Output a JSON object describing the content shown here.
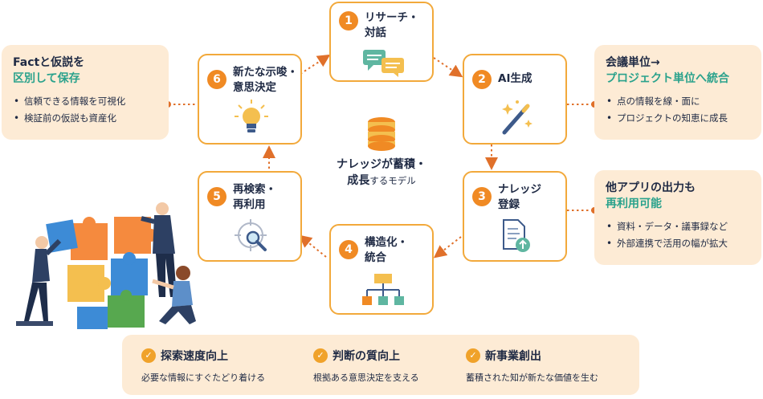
{
  "center": {
    "line1": "ナレッジが蓄積・",
    "line2_bold": "成長",
    "line2_rest": "するモデル"
  },
  "steps": [
    {
      "num": "1",
      "line1": "リサーチ・",
      "line2": "対話"
    },
    {
      "num": "2",
      "line1": "AI生成",
      "line2": ""
    },
    {
      "num": "3",
      "line1": "ナレッジ",
      "line2": "登録"
    },
    {
      "num": "4",
      "line1": "構造化・",
      "line2": "統合"
    },
    {
      "num": "5",
      "line1": "再検索・",
      "line2": "再利用"
    },
    {
      "num": "6",
      "line1": "新たな示唆・",
      "line2": "意思決定"
    }
  ],
  "notes": {
    "left": {
      "title1": "Factと仮説を",
      "title2_highlight": "区別して保存",
      "items": [
        "信頼できる情報を可視化",
        "検証前の仮説も資産化"
      ]
    },
    "right_top": {
      "title1": "会議単位→",
      "title2_highlight": "プロジェクト単位へ統合",
      "items": [
        "点の情報を線・面に",
        "プロジェクトの知恵に成長"
      ]
    },
    "right_bottom": {
      "title1": "他アプリの出力も",
      "title2_highlight": "再利用可能",
      "items": [
        "資料・データ・議事録など",
        "外部連携で活用の幅が拡大"
      ]
    }
  },
  "benefits": [
    {
      "title": "探索速度向上",
      "desc": "必要な情報にすぐたどり着ける"
    },
    {
      "title": "判断の質向上",
      "desc": "根拠ある意思決定を支える"
    },
    {
      "title": "新事業創出",
      "desc": "蓄積された知が新たな価値を生む"
    }
  ],
  "colors": {
    "accent": "#f08a24",
    "border": "#f2a93b",
    "highlight": "#2aa28c",
    "note_bg": "#fdebd5",
    "arrow": "#e0702a"
  },
  "icons": [
    "chat-icon",
    "magic-wand-icon",
    "document-upload-icon",
    "org-chart-icon",
    "search-target-icon",
    "lightbulb-icon",
    "database-icon",
    "check-icon",
    "puzzle-illustration"
  ]
}
